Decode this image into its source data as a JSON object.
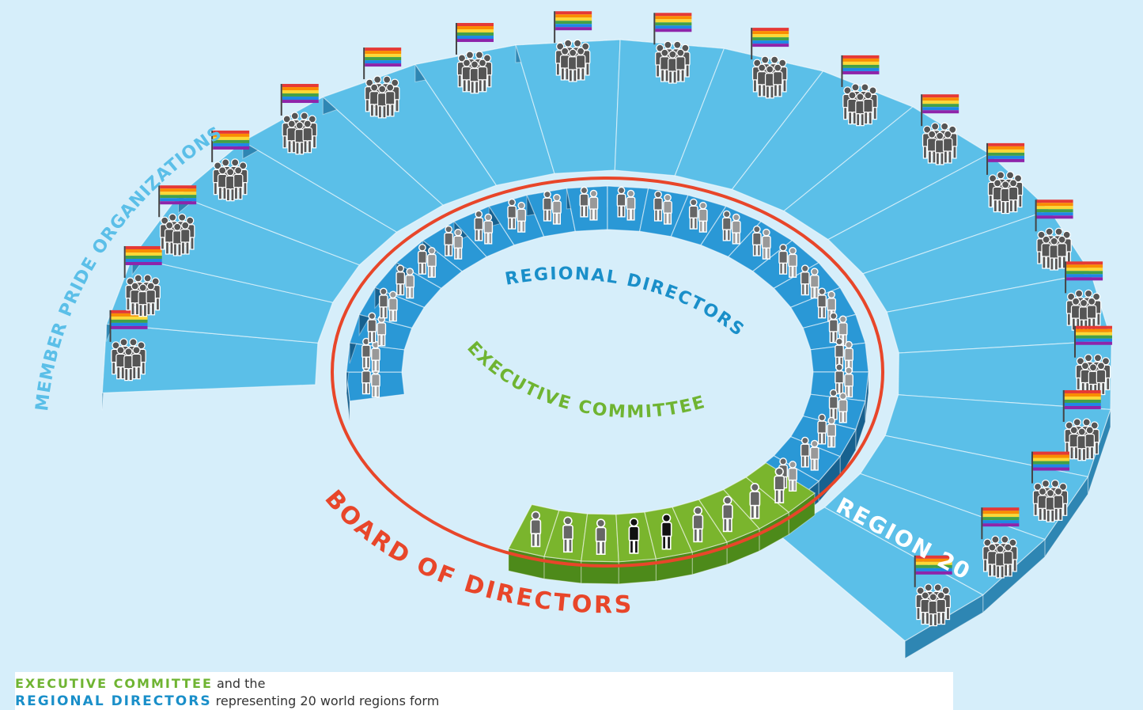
{
  "labels": {
    "member_pride": "MEMBER PRIDE ORGANIZATIONS",
    "regional_directors": "REGIONAL DIRECTORS",
    "executive_committee": "EXECUTIVE COMMITTEE",
    "board_of_directors": "BOARD OF DIRECTORS",
    "region_20": "REGION 20"
  },
  "caption": {
    "line1_highlight": "EXECUTIVE COMMITTEE",
    "line1_rest": " and the",
    "line2_highlight": "REGIONAL DIRECTORS",
    "line2_rest": " representing 20 world regions form"
  },
  "colors": {
    "outer_step": "#5bbfe8",
    "outer_side": "#2e86b3",
    "inner_step": "#2a98d6",
    "inner_side": "#17618f",
    "exec_step": "#7ab52d",
    "exec_side": "#4d8a1a",
    "board_ring": "#e8462a",
    "person": "#555555",
    "person_outline": "#ffffff",
    "exec_label": "#6fb432",
    "regional_label": "#1a8fc9",
    "member_label": "#5bbfe8"
  },
  "icons": {
    "flag": "rainbow-flag-icon",
    "group": "people-group-icon",
    "person": "person-icon"
  }
}
